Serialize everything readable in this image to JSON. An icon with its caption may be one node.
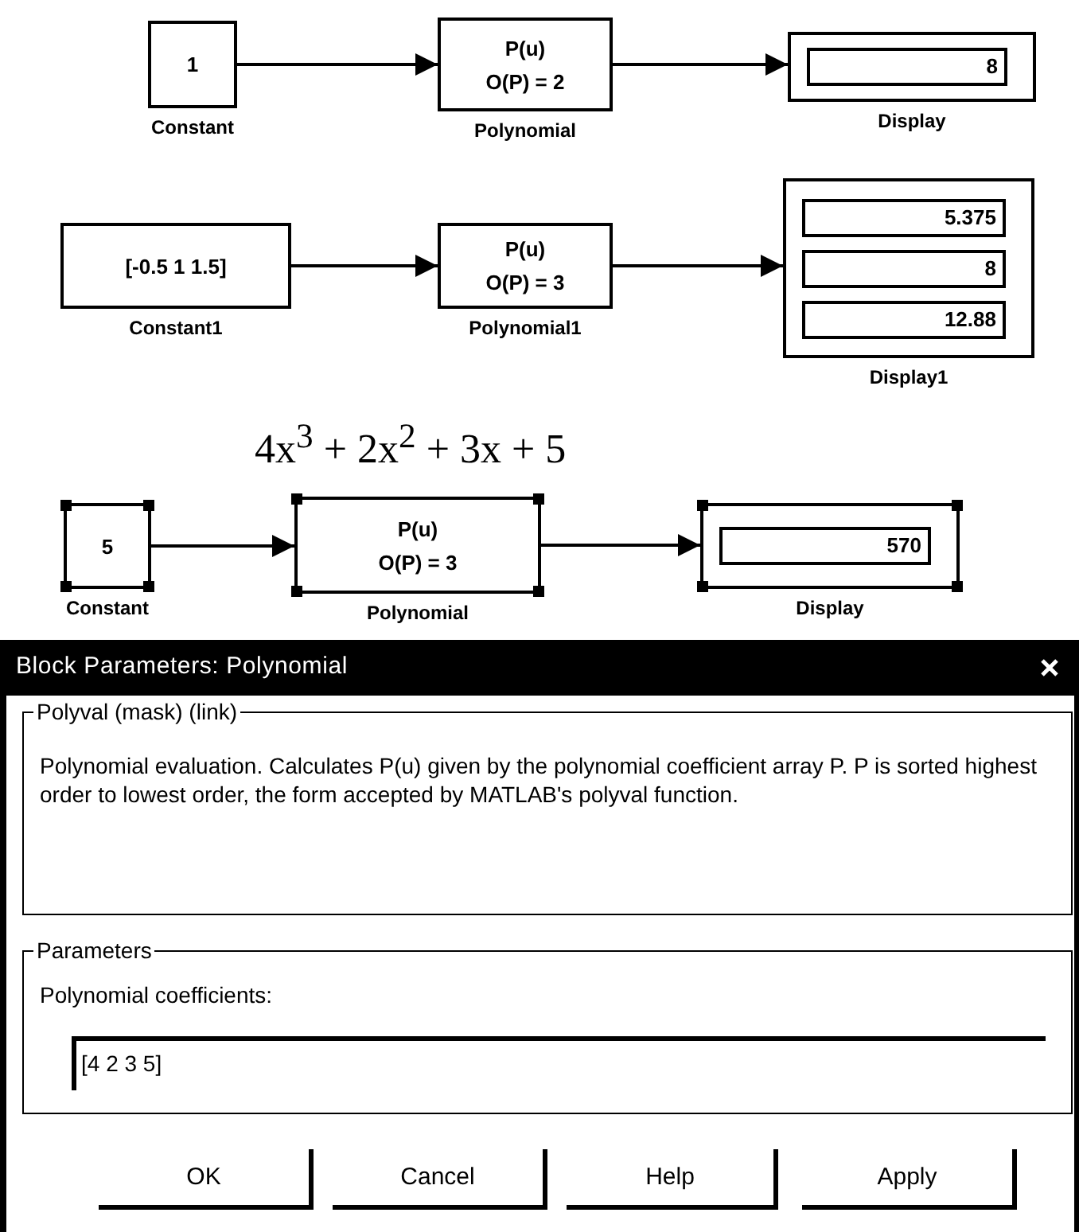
{
  "diagram": {
    "nodes": [
      {
        "text": [
          "1"
        ],
        "beside": [
          "Constant"
        ]
      },
      {
        "text": [
          "P(u)",
          "O(P) = 2"
        ],
        "beside": [
          "Polynomial"
        ]
      },
      {
        "text": [
          "8"
        ],
        "beside": [
          "Display"
        ]
      },
      {
        "text": [
          "[-0.5 1 1.5]"
        ],
        "beside": [
          "Constant1"
        ]
      },
      {
        "text": [
          "P(u)",
          "O(P) = 3"
        ],
        "beside": [
          "Polynomial1"
        ]
      },
      {
        "text": [
          "5.375",
          "8",
          "12.88"
        ],
        "beside": [
          "Display1"
        ]
      },
      {
        "text": [
          "5"
        ],
        "beside": [
          "Constant"
        ]
      },
      {
        "text": [
          "P(u)",
          "O(P) = 3"
        ],
        "beside": [
          "Polynomial"
        ]
      },
      {
        "text": [
          "570"
        ],
        "beside": [
          "Display"
        ]
      },
      {
        "text": [
          "Block Parameters: Polynomial"
        ]
      },
      {
        "text": [
          "Polyval (mask) (link)",
          "Polynomial evaluation. Calculates P(u) given by the polynomial coefficient array P. P is sorted highest order to lowest order, the form accepted by MATLAB's polyval function."
        ],
        "in": 9
      },
      {
        "text": [
          "Parameters",
          "Polynomial coefficients:"
        ],
        "in": 9
      },
      {
        "text": [
          "[4 2 3 5]"
        ],
        "in": 11
      },
      {
        "text": [
          "OK"
        ],
        "in": 9
      },
      {
        "text": [
          "Cancel"
        ],
        "in": 9
      },
      {
        "text": [
          "Help"
        ],
        "in": 9
      },
      {
        "text": [
          "Apply"
        ],
        "in": 9
      }
    ],
    "edges": [
      {
        "from": 0,
        "to": 1,
        "arrow": "to"
      },
      {
        "from": 1,
        "to": 2,
        "arrow": "to"
      },
      {
        "from": 3,
        "to": 4,
        "arrow": "to"
      },
      {
        "from": 4,
        "to": 5,
        "arrow": "to"
      },
      {
        "from": 6,
        "to": 7,
        "arrow": "to"
      },
      {
        "from": 7,
        "to": 8,
        "arrow": "to"
      }
    ],
    "labels": [
      "4x$^{3}$ + 2x$^{2}$ + 3x + 5"
    ]
  }
}
